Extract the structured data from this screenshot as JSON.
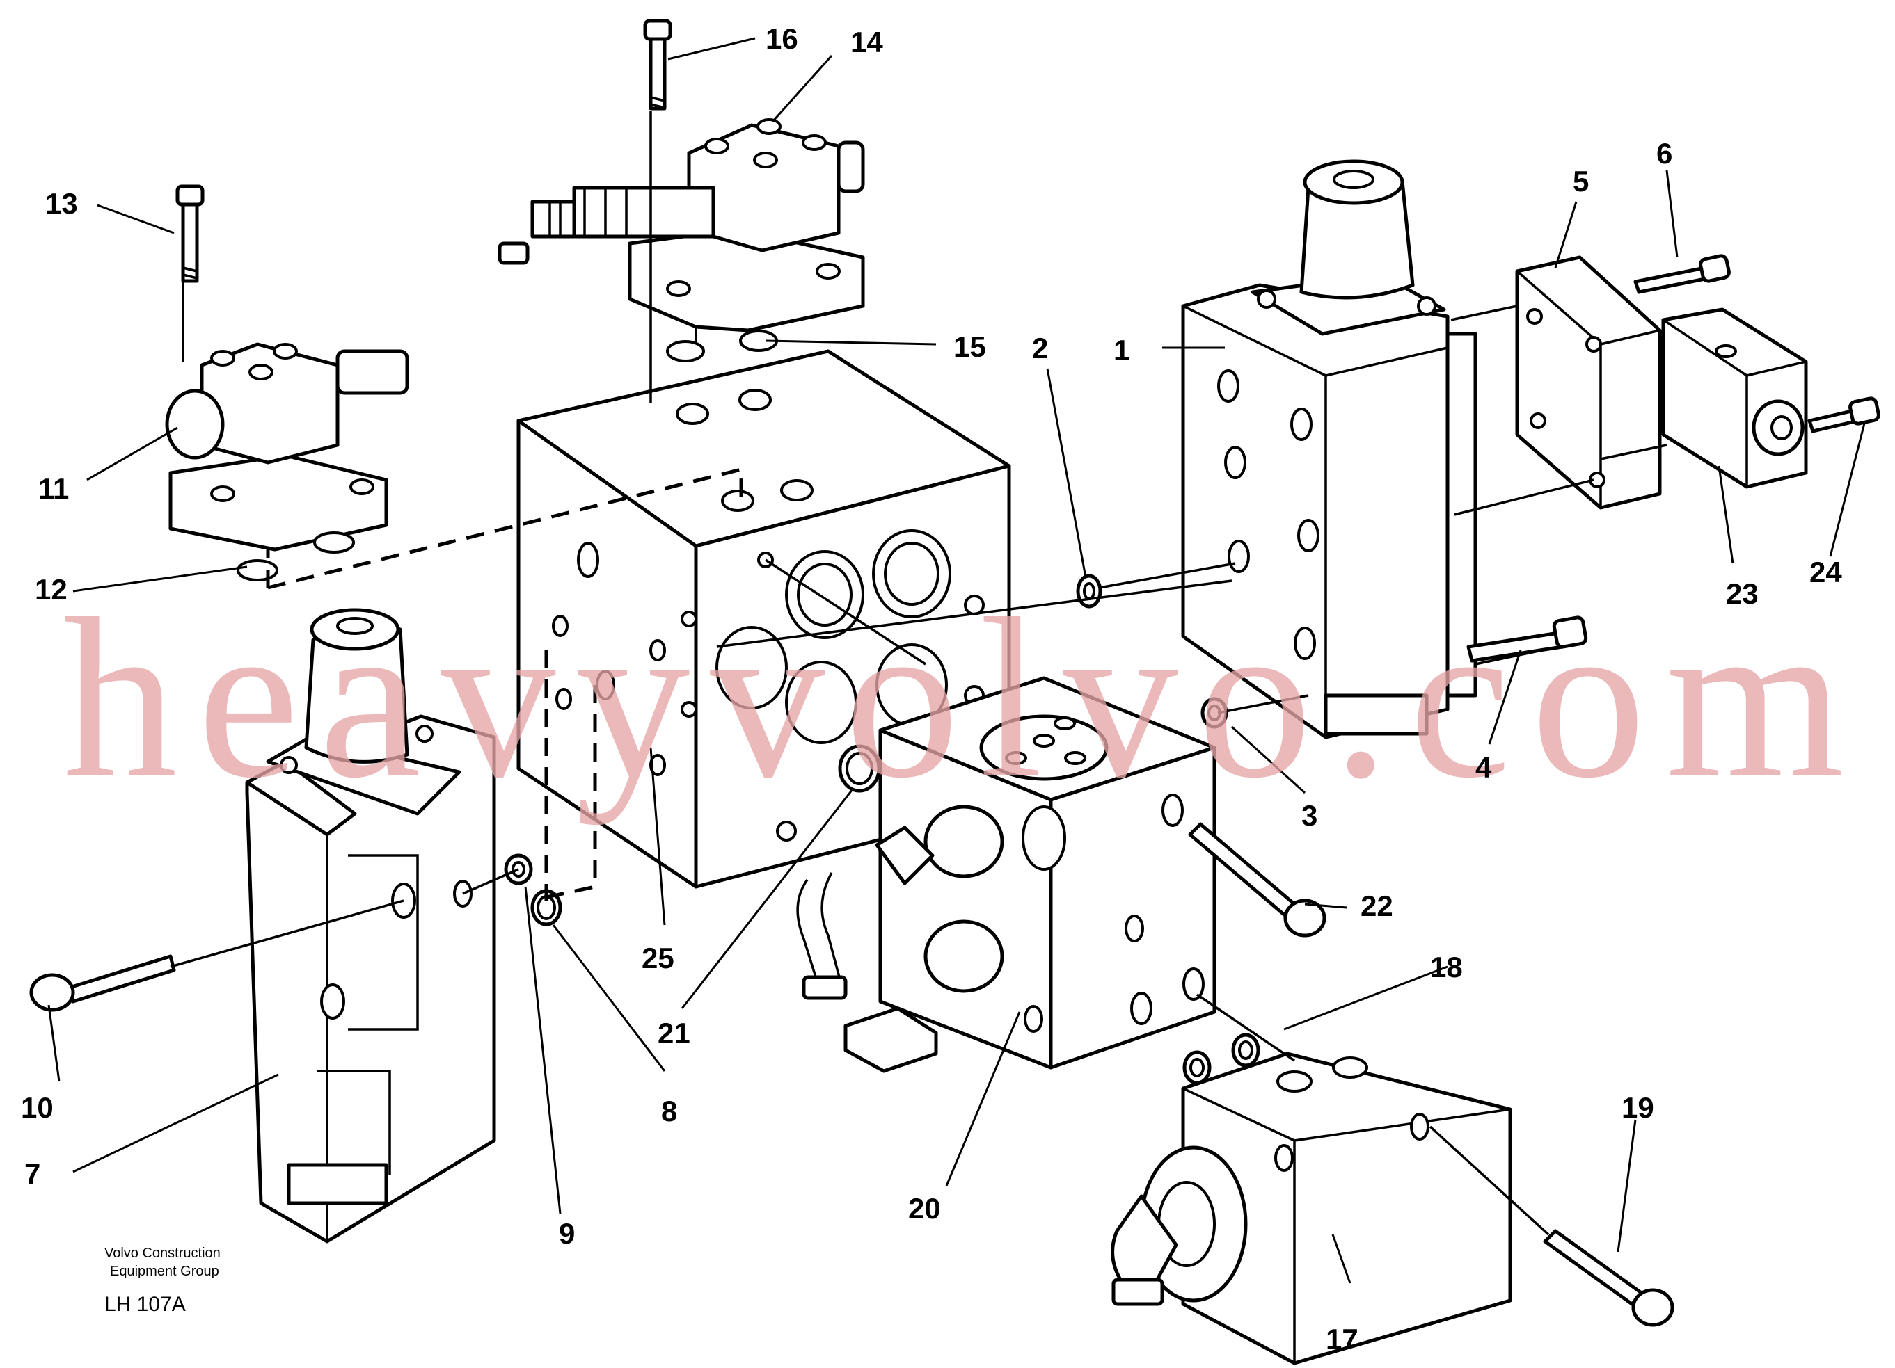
{
  "callouts": [
    {
      "label": "1"
    },
    {
      "label": "2"
    },
    {
      "label": "3"
    },
    {
      "label": "4"
    },
    {
      "label": "5"
    },
    {
      "label": "6"
    },
    {
      "label": "7"
    },
    {
      "label": "8"
    },
    {
      "label": "9"
    },
    {
      "label": "10"
    },
    {
      "label": "11"
    },
    {
      "label": "12"
    },
    {
      "label": "13"
    },
    {
      "label": "14"
    },
    {
      "label": "15"
    },
    {
      "label": "16"
    },
    {
      "label": "17"
    },
    {
      "label": "18"
    },
    {
      "label": "19"
    },
    {
      "label": "20"
    },
    {
      "label": "21"
    },
    {
      "label": "22"
    },
    {
      "label": "23"
    },
    {
      "label": "24"
    },
    {
      "label": "25"
    }
  ],
  "caption": {
    "line1": "Volvo Construction",
    "line2": "Equipment Group",
    "code": "LH 107A"
  },
  "watermark": "heavyvolvo.com"
}
